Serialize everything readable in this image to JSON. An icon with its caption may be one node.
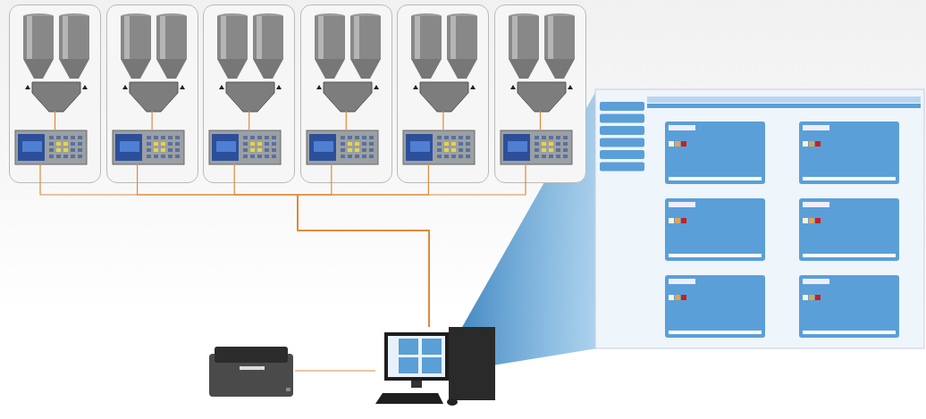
{
  "diagram": {
    "nodes": [
      {
        "text": [],
        "shape": "box"
      },
      {
        "text": [],
        "shape": "picture",
        "in": 0
      },
      {
        "text": [],
        "shape": "picture",
        "in": 0
      },
      {
        "text": [],
        "shape": "box"
      },
      {
        "text": [],
        "shape": "picture",
        "in": 3
      },
      {
        "text": [],
        "shape": "picture",
        "in": 3
      },
      {
        "text": [],
        "shape": "box"
      },
      {
        "text": [],
        "shape": "picture",
        "in": 6
      },
      {
        "text": [],
        "shape": "picture",
        "in": 6
      },
      {
        "text": [],
        "shape": "box"
      },
      {
        "text": [],
        "shape": "picture",
        "in": 9
      },
      {
        "text": [],
        "shape": "picture",
        "in": 9
      },
      {
        "text": [],
        "shape": "box"
      },
      {
        "text": [],
        "shape": "picture",
        "in": 12
      },
      {
        "text": [],
        "shape": "picture",
        "in": 12
      },
      {
        "text": [],
        "shape": "box"
      },
      {
        "text": [],
        "shape": "picture",
        "in": 15
      },
      {
        "text": [],
        "shape": "picture",
        "in": 15
      },
      {
        "text": [],
        "shape": "picture"
      },
      {
        "text": [],
        "shape": "picture"
      },
      {
        "text": [],
        "shape": "picture"
      }
    ],
    "edges": [
      {
        "from": 1,
        "to": 2,
        "arrow": "none"
      },
      {
        "from": 4,
        "to": 5,
        "arrow": "none"
      },
      {
        "from": 7,
        "to": 8,
        "arrow": "none"
      },
      {
        "from": 10,
        "to": 11,
        "arrow": "none"
      },
      {
        "from": 13,
        "to": 14,
        "arrow": "none"
      },
      {
        "from": 16,
        "to": 17,
        "arrow": "none"
      },
      {
        "from": 2,
        "to": 19,
        "arrow": "none"
      },
      {
        "from": 5,
        "to": 19,
        "arrow": "none"
      },
      {
        "from": 8,
        "to": 19,
        "arrow": "none"
      },
      {
        "from": 11,
        "to": 19,
        "arrow": "none"
      },
      {
        "from": 14,
        "to": 19,
        "arrow": "none"
      },
      {
        "from": 17,
        "to": 19,
        "arrow": "none"
      },
      {
        "from": 18,
        "to": 19,
        "arrow": "none"
      }
    ]
  }
}
